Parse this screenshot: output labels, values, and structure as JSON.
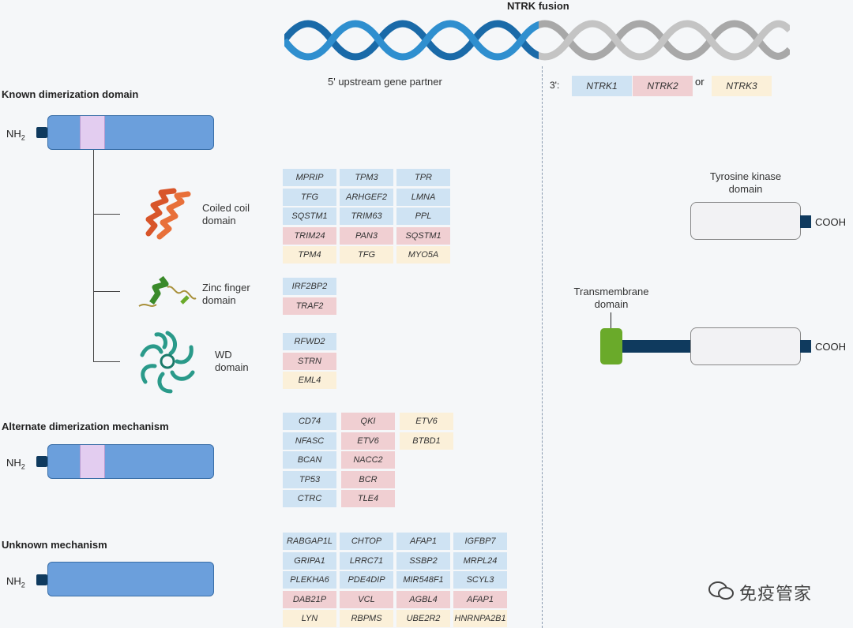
{
  "header": {
    "title": "NTRK fusion",
    "left_label": "5' upstream gene partner",
    "right_label": "3':",
    "or_label": "or",
    "ntrk": [
      "NTRK1",
      "NTRK2",
      "NTRK3"
    ]
  },
  "sections": {
    "known": "Known dimerization domain",
    "alternate": "Alternate dimerization mechanism",
    "unknown": "Unknown mechanism"
  },
  "nh2": "NH",
  "nh2_sub": "2",
  "domains": {
    "coiled_coil": "Coiled coil\ndomain",
    "zinc_finger": "Zinc finger\ndomain",
    "wd": "WD\ndomain",
    "tyrosine_kinase": "Tyrosine kinase\ndomain",
    "transmembrane": "Transmembrane\ndomain"
  },
  "cooh": "COOH",
  "gene_tables": {
    "coiled_coil": [
      [
        [
          "MPRIP",
          "blue"
        ],
        [
          "TPM3",
          "blue"
        ],
        [
          "TPR",
          "blue"
        ]
      ],
      [
        [
          "TFG",
          "blue"
        ],
        [
          "ARHGEF2",
          "blue"
        ],
        [
          "LMNA",
          "blue"
        ]
      ],
      [
        [
          "SQSTM1",
          "blue"
        ],
        [
          "TRIM63",
          "blue"
        ],
        [
          "PPL",
          "blue"
        ]
      ],
      [
        [
          "TRIM24",
          "pink"
        ],
        [
          "PAN3",
          "pink"
        ],
        [
          "SQSTM1",
          "pink"
        ]
      ],
      [
        [
          "TPM4",
          "beige"
        ],
        [
          "TFG",
          "beige"
        ],
        [
          "MYO5A",
          "beige"
        ]
      ]
    ],
    "zinc_finger": [
      [
        [
          "IRF2BP2",
          "blue"
        ]
      ],
      [
        [
          "TRAF2",
          "pink"
        ]
      ]
    ],
    "wd": [
      [
        [
          "RFWD2",
          "blue"
        ]
      ],
      [
        [
          "STRN",
          "pink"
        ]
      ],
      [
        [
          "EML4",
          "beige"
        ]
      ]
    ],
    "alternate": [
      [
        [
          "CD74",
          "blue"
        ],
        [
          "QKI",
          "pink"
        ],
        [
          "ETV6",
          "beige"
        ]
      ],
      [
        [
          "NFASC",
          "blue"
        ],
        [
          "ETV6",
          "pink"
        ],
        [
          "BTBD1",
          "beige"
        ]
      ],
      [
        [
          "BCAN",
          "blue"
        ],
        [
          "NACC2",
          "pink"
        ]
      ],
      [
        [
          "TP53",
          "blue"
        ],
        [
          "BCR",
          "pink"
        ]
      ],
      [
        [
          "CTRC",
          "blue"
        ],
        [
          "TLE4",
          "pink"
        ]
      ]
    ],
    "unknown": [
      [
        [
          "RABGAP1L",
          "blue"
        ],
        [
          "CHTOP",
          "blue"
        ],
        [
          "AFAP1",
          "blue"
        ],
        [
          "IGFBP7",
          "blue"
        ]
      ],
      [
        [
          "GRIPA1",
          "blue"
        ],
        [
          "LRRC71",
          "blue"
        ],
        [
          "SSBP2",
          "blue"
        ],
        [
          "MRPL24",
          "blue"
        ]
      ],
      [
        [
          "PLEKHA6",
          "blue"
        ],
        [
          "PDE4DIP",
          "blue"
        ],
        [
          "MIR548F1",
          "blue"
        ],
        [
          "SCYL3",
          "blue"
        ]
      ],
      [
        [
          "DAB21P",
          "pink"
        ],
        [
          "VCL",
          "pink"
        ],
        [
          "AGBL4",
          "pink"
        ],
        [
          "AFAP1",
          "pink"
        ]
      ],
      [
        [
          "LYN",
          "beige"
        ],
        [
          "RBPMS",
          "beige"
        ],
        [
          "UBE2R2",
          "beige"
        ],
        [
          "HNRNPA2B1",
          "beige"
        ]
      ]
    ]
  },
  "colors": {
    "blue": "#cfe3f3",
    "pink": "#f0cfd2",
    "beige": "#fbf0d9",
    "protein": "#6b9fdc",
    "helix_blue": "#1a6aa8",
    "helix_gray": "#a8a8a8",
    "transmembrane": "#6aaa2a"
  },
  "watermark": "免疫管家"
}
